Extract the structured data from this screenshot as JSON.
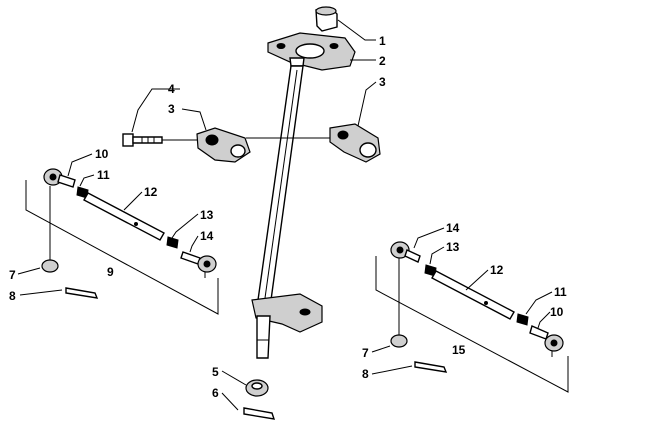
{
  "callouts": [
    {
      "id": "c1",
      "text": "1"
    },
    {
      "id": "c2",
      "text": "2"
    },
    {
      "id": "c3a",
      "text": "3"
    },
    {
      "id": "c3b",
      "text": "3"
    },
    {
      "id": "c4",
      "text": "4"
    },
    {
      "id": "c10a",
      "text": "10"
    },
    {
      "id": "c11a",
      "text": "11"
    },
    {
      "id": "c12a",
      "text": "12"
    },
    {
      "id": "c13a",
      "text": "13"
    },
    {
      "id": "c14a",
      "text": "14"
    },
    {
      "id": "c7a",
      "text": "7"
    },
    {
      "id": "c9",
      "text": "9"
    },
    {
      "id": "c8a",
      "text": "8"
    },
    {
      "id": "c14b",
      "text": "14"
    },
    {
      "id": "c13b",
      "text": "13"
    },
    {
      "id": "c12b",
      "text": "12"
    },
    {
      "id": "c11b",
      "text": "11"
    },
    {
      "id": "c10b",
      "text": "10"
    },
    {
      "id": "c7b",
      "text": "7"
    },
    {
      "id": "c15",
      "text": "15"
    },
    {
      "id": "c8b",
      "text": "8"
    },
    {
      "id": "c5",
      "text": "5"
    },
    {
      "id": "c6",
      "text": "6"
    }
  ]
}
